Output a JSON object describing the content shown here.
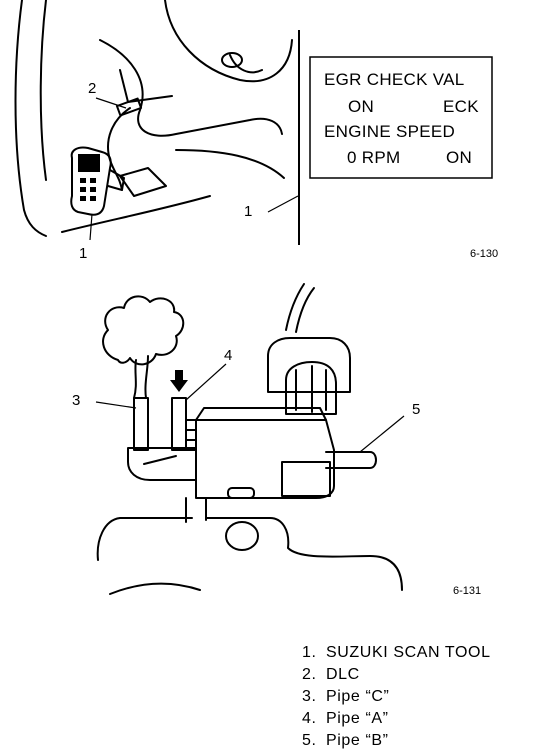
{
  "figure1": {
    "label": "6-130",
    "callouts": {
      "c1_left": "1",
      "c1_right": "1",
      "c2": "2"
    },
    "screen": {
      "line1": "EGR CHECK VAL",
      "line2_left": "ON",
      "line2_right": "ECK",
      "line3": "ENGINE SPEED",
      "line4_left": "0 RPM",
      "line4_right": "ON"
    }
  },
  "figure2": {
    "label": "6-131",
    "callouts": {
      "c3": "3",
      "c4": "4",
      "c5": "5"
    }
  },
  "legend": [
    {
      "num": "1.",
      "text": "SUZUKI SCAN TOOL"
    },
    {
      "num": "2.",
      "text": "DLC"
    },
    {
      "num": "3.",
      "text": "Pipe “C”"
    },
    {
      "num": "4.",
      "text": "Pipe “A”"
    },
    {
      "num": "5.",
      "text": "Pipe “B”"
    }
  ]
}
